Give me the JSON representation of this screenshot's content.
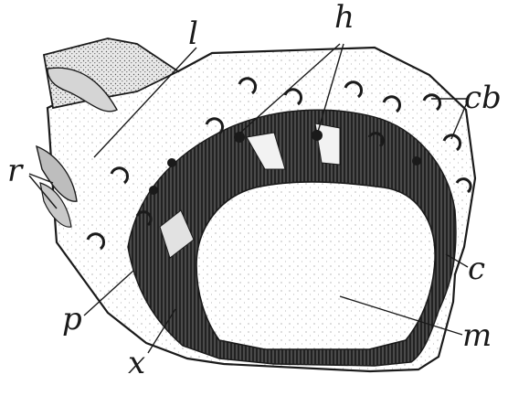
{
  "figure": {
    "ink_color": "#1a1a1a",
    "paper_color": "#ffffff",
    "labels": {
      "l": "l",
      "h": "h",
      "cb": "cb",
      "r": "r",
      "c": "c",
      "p": "p",
      "m": "m",
      "x": "x"
    }
  }
}
